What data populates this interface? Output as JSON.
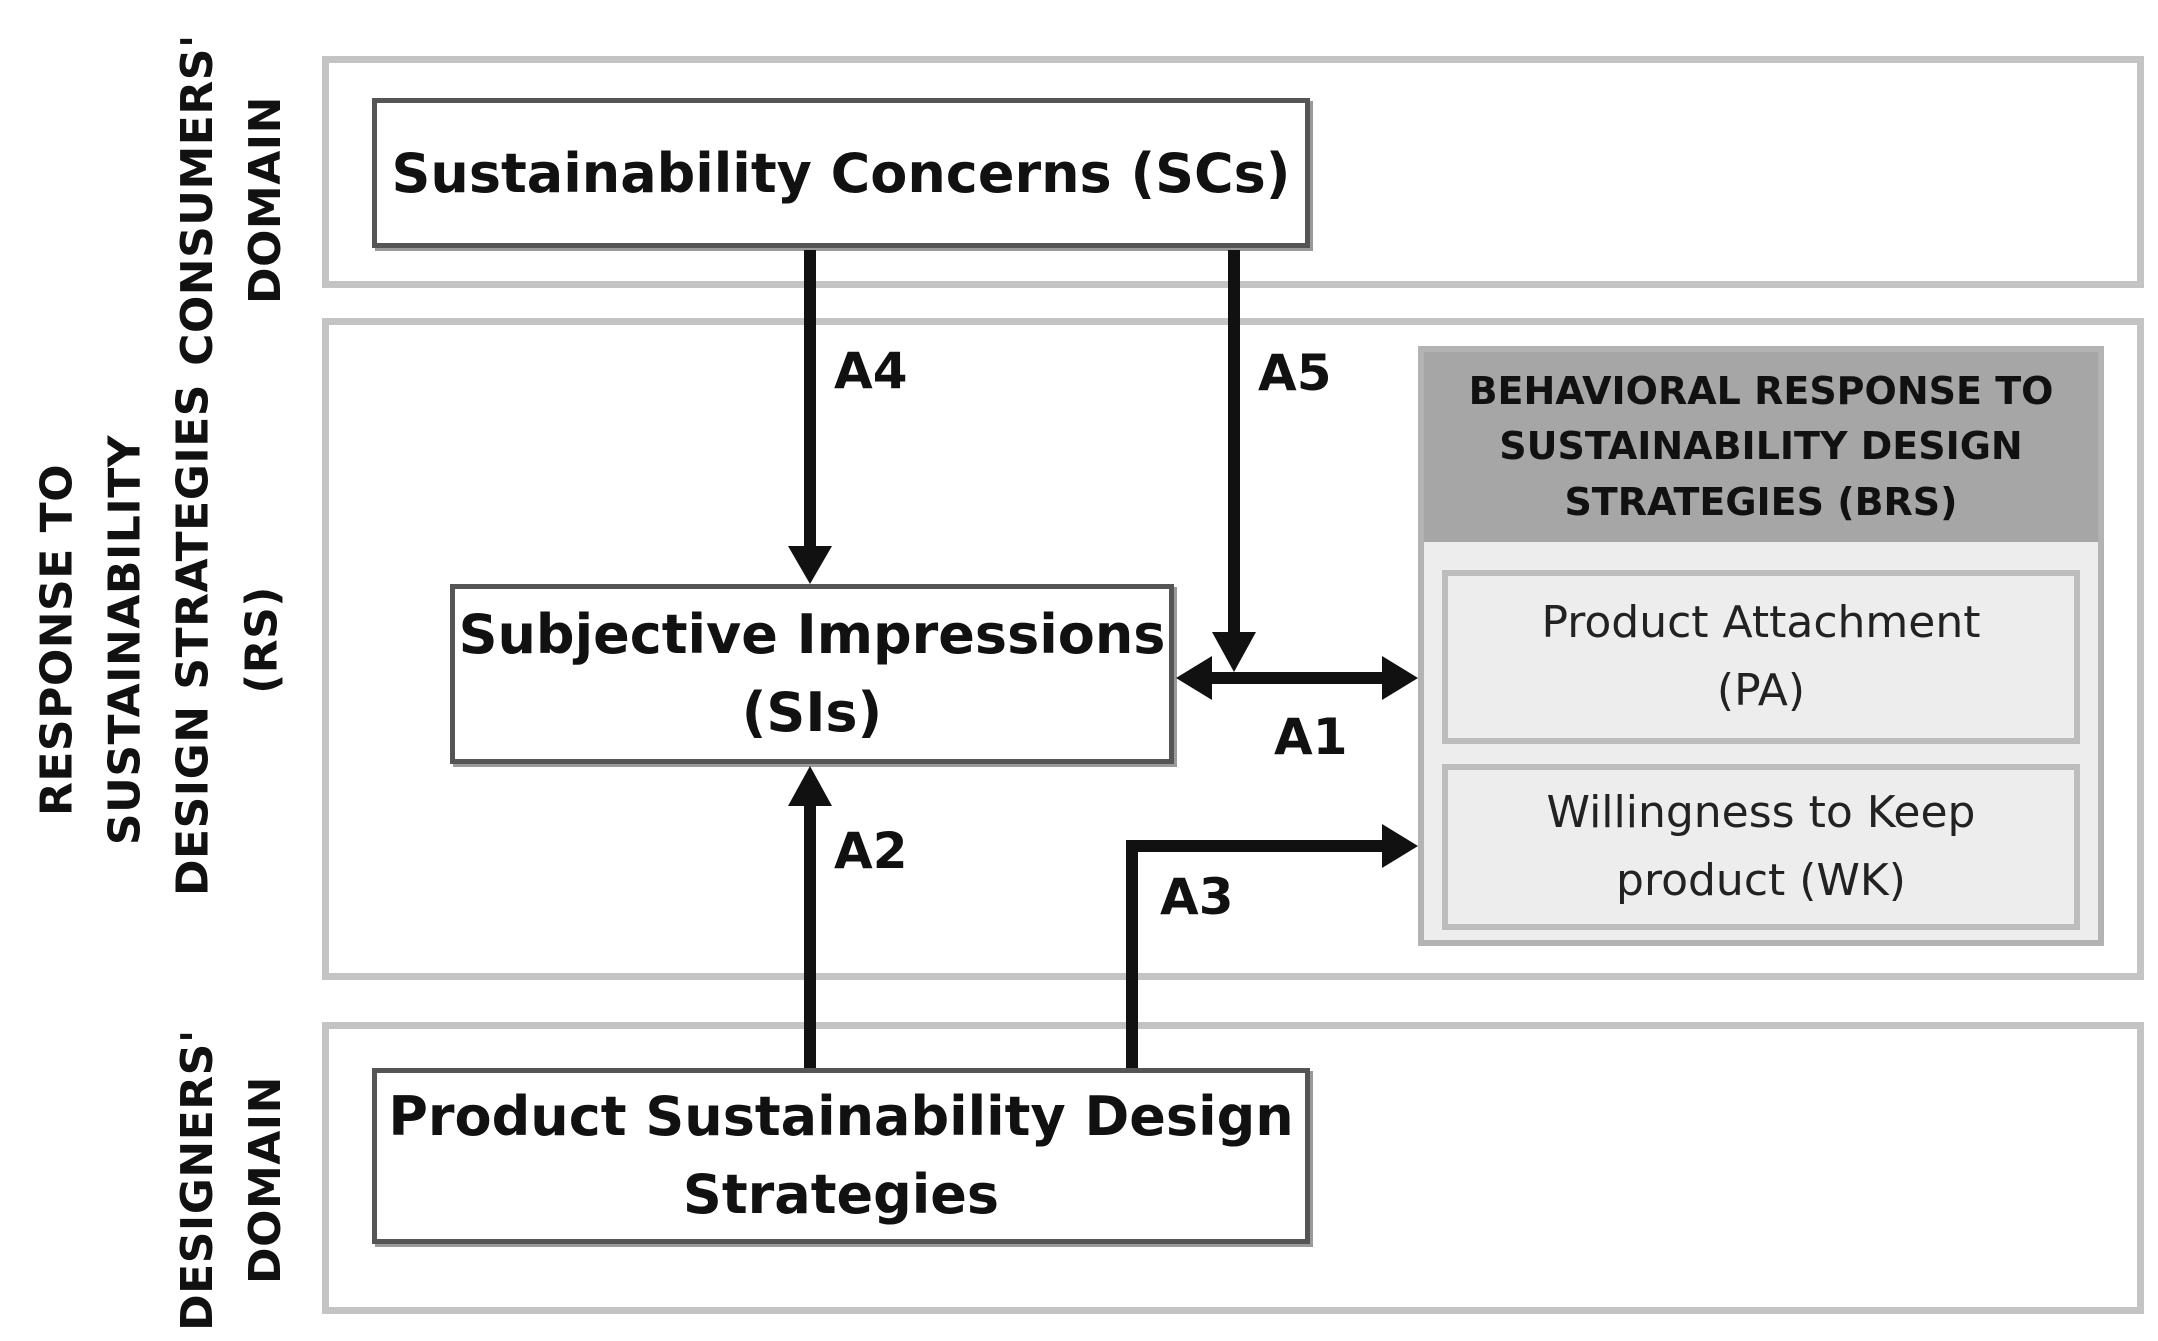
{
  "domains": {
    "consumers": [
      "CONSUMERS'",
      "DOMAIN"
    ],
    "response": [
      "RESPONSE TO",
      "SUSTAINABILITY",
      "DESIGN STRATEGIES",
      "(RS)"
    ],
    "designers": [
      "DESIGNERS'",
      "DOMAIN"
    ]
  },
  "nodes": {
    "scs": "Sustainability Concerns (SCs)",
    "sis": [
      "Subjective Impressions",
      "(SIs)"
    ],
    "psds": [
      "Product Sustainability Design",
      "Strategies"
    ],
    "brs": {
      "title": [
        "BEHAVIORAL RESPONSE TO",
        "SUSTAINABILITY DESIGN",
        "STRATEGIES (BRS)"
      ],
      "pa": [
        "Product Attachment",
        "(PA)"
      ],
      "wk": [
        "Willingness to Keep",
        "product (WK)"
      ]
    }
  },
  "arrows": {
    "a1": "A1",
    "a2": "A2",
    "a3": "A3",
    "a4": "A4",
    "a5": "A5"
  },
  "colors": {
    "domain_border": "#c4c4c4",
    "box_border": "#555555",
    "brs_header": "#a6a6a6",
    "brs_fill": "#ededed",
    "arrow": "#111111"
  }
}
